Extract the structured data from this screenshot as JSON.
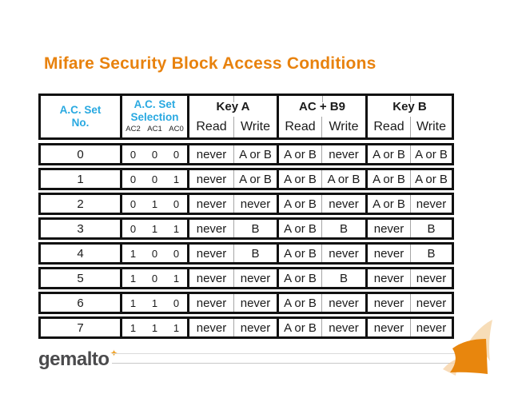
{
  "title": "Mifare Security Block Access Conditions",
  "colors": {
    "title_orange": "#E8820E",
    "header_blue": "#29A9E1",
    "corner_orange": "#E8860D",
    "logo_gray": "#4B4B4D",
    "thick_border": "#111111",
    "thin_divider": "#A6A6A6"
  },
  "table": {
    "header": {
      "ac_set_no": "A.C. Set\nNo.",
      "ac_set_selection": "A.C. Set\nSelection",
      "selection_bits": [
        "AC2",
        "AC1",
        "AC0"
      ],
      "groups": [
        {
          "label": "Key A",
          "read": "Read",
          "write": "Write"
        },
        {
          "label": "AC + B9",
          "read": "Read",
          "write": "Write"
        },
        {
          "label": "Key B",
          "read": "Read",
          "write": "Write"
        }
      ]
    },
    "rows": [
      {
        "no": "0",
        "bits": [
          "0",
          "0",
          "0"
        ],
        "values": [
          "never",
          "A or B",
          "A or B",
          "never",
          "A or B",
          "A or B"
        ]
      },
      {
        "no": "1",
        "bits": [
          "0",
          "0",
          "1"
        ],
        "values": [
          "never",
          "A or B",
          "A or B",
          "A or B",
          "A or B",
          "A or B"
        ]
      },
      {
        "no": "2",
        "bits": [
          "0",
          "1",
          "0"
        ],
        "values": [
          "never",
          "never",
          "A or B",
          "never",
          "A or B",
          "never"
        ]
      },
      {
        "no": "3",
        "bits": [
          "0",
          "1",
          "1"
        ],
        "values": [
          "never",
          "B",
          "A or B",
          "B",
          "never",
          "B"
        ]
      },
      {
        "no": "4",
        "bits": [
          "1",
          "0",
          "0"
        ],
        "values": [
          "never",
          "B",
          "A or B",
          "never",
          "never",
          "B"
        ]
      },
      {
        "no": "5",
        "bits": [
          "1",
          "0",
          "1"
        ],
        "values": [
          "never",
          "never",
          "A or B",
          "B",
          "never",
          "never"
        ]
      },
      {
        "no": "6",
        "bits": [
          "1",
          "1",
          "0"
        ],
        "values": [
          "never",
          "never",
          "A or B",
          "never",
          "never",
          "never"
        ]
      },
      {
        "no": "7",
        "bits": [
          "1",
          "1",
          "1"
        ],
        "values": [
          "never",
          "never",
          "A or B",
          "never",
          "never",
          "never"
        ]
      }
    ]
  },
  "footer": {
    "logo_text": "gemalto",
    "sparkle": "✦"
  }
}
